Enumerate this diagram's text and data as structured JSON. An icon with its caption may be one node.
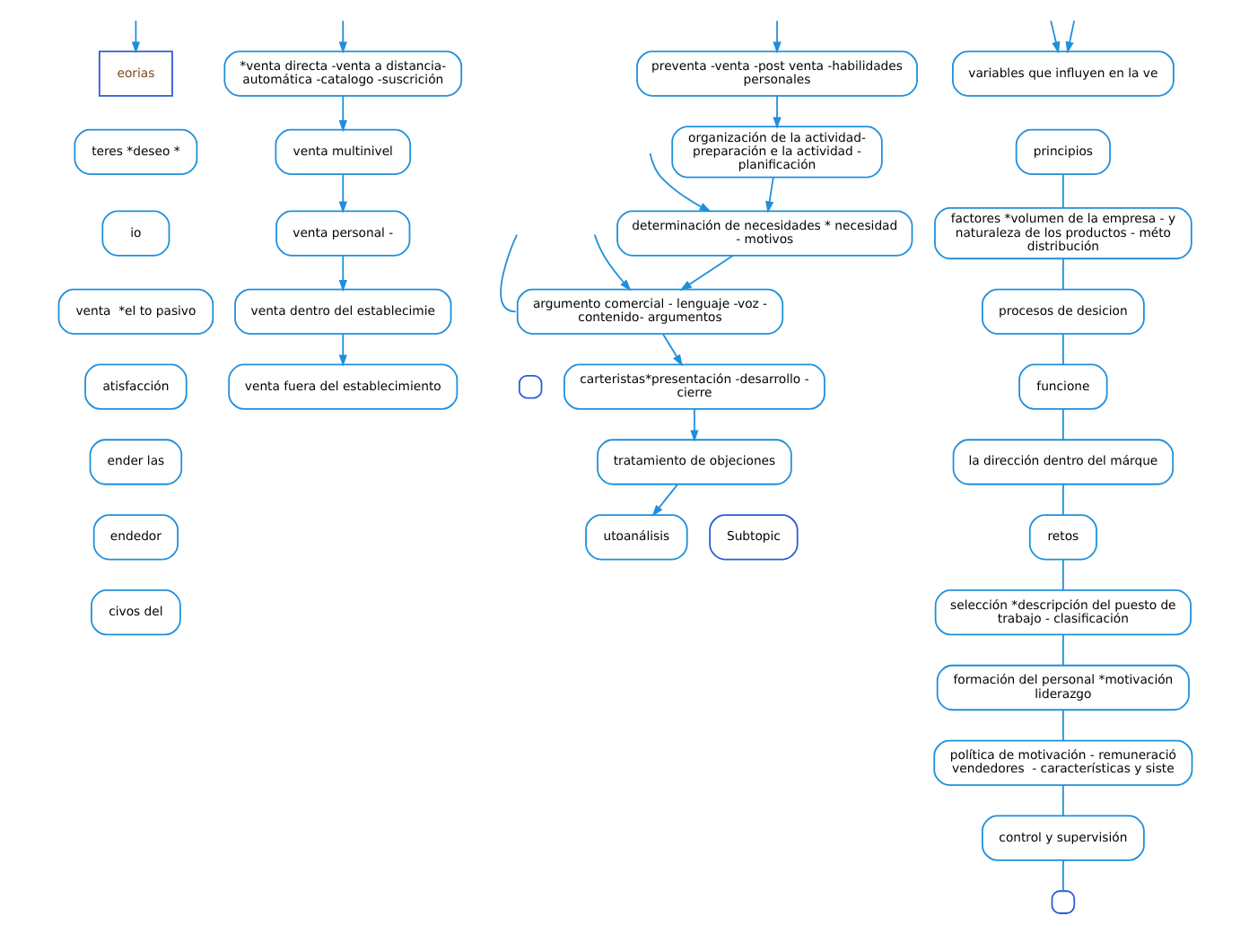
{
  "diagram": {
    "nodes": [
      {
        "text": [
          "eorias"
        ]
      },
      {
        "text": [
          "teres *deseo *"
        ]
      },
      {
        "text": [
          "io"
        ]
      },
      {
        "text": [
          "venta  *el to pasivo"
        ]
      },
      {
        "text": [
          "atisfacción"
        ]
      },
      {
        "text": [
          "ender las"
        ]
      },
      {
        "text": [
          "endedor"
        ]
      },
      {
        "text": [
          "civos del"
        ]
      },
      {
        "text": [
          "*venta directa -venta a distancia- automática -catalogo -suscrición"
        ]
      },
      {
        "text": [
          "venta multinivel"
        ]
      },
      {
        "text": [
          "venta personal -"
        ]
      },
      {
        "text": [
          "venta dentro del establecimie"
        ]
      },
      {
        "text": [
          "venta fuera del establecimiento"
        ]
      },
      {
        "text": [
          "preventa -venta -post venta -habilidades personales"
        ]
      },
      {
        "text": [
          "organización de la actividad- preparación e la actividad - planificación"
        ]
      },
      {
        "text": [
          "determinación de necesidades * necesidad - motivos"
        ]
      },
      {
        "text": [
          "argumento comercial - lenguaje -voz - contenido- argumentos"
        ]
      },
      {
        "text": [],
        "shape": "box"
      },
      {
        "text": [
          "carteristas*presentación -desarrollo - cierre"
        ]
      },
      {
        "text": [
          "tratamiento de objeciones"
        ]
      },
      {
        "text": [
          "utoanálisis"
        ]
      },
      {
        "text": [
          "Subtopic"
        ]
      },
      {
        "text": [
          "variables que influyen en la ve"
        ]
      },
      {
        "text": [
          "principios"
        ]
      },
      {
        "text": [
          "factores *volumen de la empresa - y naturaleza de los productos - méto distribución"
        ]
      },
      {
        "text": [
          "procesos de desicion"
        ]
      },
      {
        "text": [
          "funcione"
        ]
      },
      {
        "text": [
          "la dirección dentro del márque"
        ]
      },
      {
        "text": [
          "retos"
        ]
      },
      {
        "text": [
          "selección *descripción del puesto de trabajo - clasificación"
        ]
      },
      {
        "text": [
          "formación del personal *motivación liderazgo"
        ]
      },
      {
        "text": [
          "política de motivación - remuneració vendedores  - características y siste"
        ]
      },
      {
        "text": [
          "control y supervisión"
        ]
      },
      {
        "text": [],
        "shape": "box"
      }
    ],
    "edges": [
      {
        "from": null,
        "to": 0,
        "arrow": "to"
      },
      {
        "from": null,
        "to": 8,
        "arrow": "to"
      },
      {
        "from": null,
        "to": 16,
        "arrow": "none"
      },
      {
        "from": 8,
        "to": 9,
        "arrow": "to"
      },
      {
        "from": 9,
        "to": 10,
        "arrow": "to"
      },
      {
        "from": 10,
        "to": 11,
        "arrow": "to"
      },
      {
        "from": 11,
        "to": 12,
        "arrow": "to"
      },
      {
        "from": null,
        "to": 13,
        "arrow": "to"
      },
      {
        "from": 13,
        "to": 14,
        "arrow": "to"
      },
      {
        "from": null,
        "to": 15,
        "arrow": "to"
      },
      {
        "from": 14,
        "to": 15,
        "arrow": "to"
      },
      {
        "from": 15,
        "to": 16,
        "arrow": "to"
      },
      {
        "from": null,
        "to": 16,
        "arrow": "to"
      },
      {
        "from": 16,
        "to": 18,
        "arrow": "to"
      },
      {
        "from": 18,
        "to": 19,
        "arrow": "to"
      },
      {
        "from": 19,
        "to": 20,
        "arrow": "to"
      },
      {
        "from": null,
        "to": 22,
        "arrow": "to"
      },
      {
        "from": null,
        "to": 22,
        "arrow": "to"
      },
      {
        "from": 23,
        "to": 24,
        "arrow": "none"
      },
      {
        "from": 24,
        "to": 25,
        "arrow": "none"
      },
      {
        "from": 25,
        "to": 26,
        "arrow": "none"
      },
      {
        "from": 26,
        "to": 27,
        "arrow": "none"
      },
      {
        "from": 27,
        "to": 28,
        "arrow": "none"
      },
      {
        "from": 28,
        "to": 29,
        "arrow": "none"
      },
      {
        "from": 29,
        "to": 30,
        "arrow": "none"
      },
      {
        "from": 30,
        "to": 31,
        "arrow": "none"
      },
      {
        "from": 31,
        "to": 32,
        "arrow": "none"
      },
      {
        "from": 32,
        "to": 33,
        "arrow": "none"
      }
    ]
  }
}
